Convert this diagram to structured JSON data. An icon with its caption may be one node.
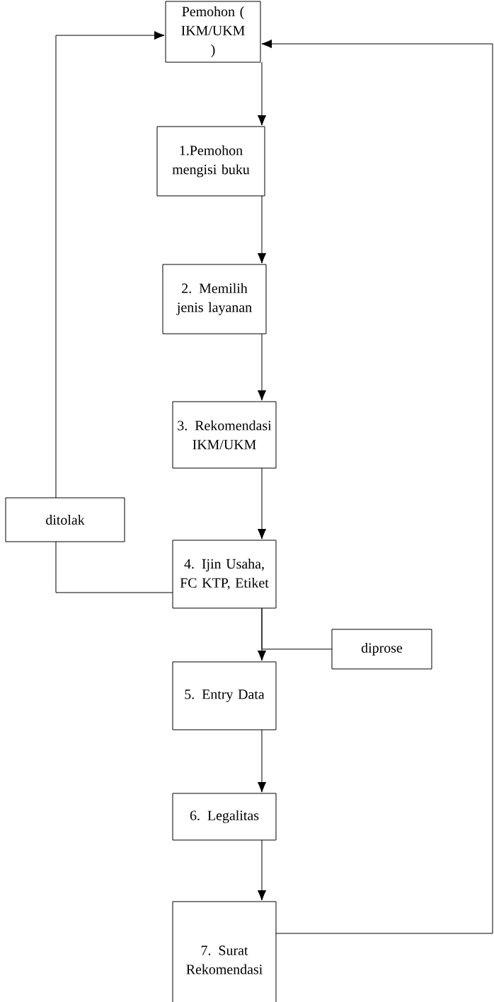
{
  "diagram": {
    "nodes": [
      {
        "text": [
          "Pemohon ( IKM/UKM )"
        ]
      },
      {
        "text": [
          "1.Pemohon mengisi buku"
        ]
      },
      {
        "text": [
          "2. Memilih jenis layanan"
        ]
      },
      {
        "text": [
          "3. Rekomendasi IKM/UKM"
        ]
      },
      {
        "text": [
          "ditolak"
        ]
      },
      {
        "text": [
          "4. Ijin Usaha, FC KTP, Etiket"
        ]
      },
      {
        "text": [
          "diprose"
        ]
      },
      {
        "text": [
          "5. Entry Data"
        ]
      },
      {
        "text": [
          "6. Legalitas"
        ]
      },
      {
        "text": [
          "7. Surat Rekomendasi"
        ]
      }
    ],
    "edges": [
      {
        "from": 0,
        "to": 1,
        "arrow": "to"
      },
      {
        "from": 1,
        "to": 2,
        "arrow": "to"
      },
      {
        "from": 2,
        "to": 3,
        "arrow": "to"
      },
      {
        "from": 3,
        "to": 5,
        "arrow": "to"
      },
      {
        "from": 5,
        "to": 4,
        "arrow": "none"
      },
      {
        "from": 4,
        "to": 0,
        "arrow": "to"
      },
      {
        "from": 5,
        "to": 6,
        "arrow": "none"
      },
      {
        "from": 5,
        "to": 7,
        "arrow": "to"
      },
      {
        "from": 7,
        "to": 8,
        "arrow": "to"
      },
      {
        "from": 8,
        "to": 9,
        "arrow": "to"
      },
      {
        "from": 9,
        "to": 0,
        "arrow": "to"
      }
    ]
  }
}
